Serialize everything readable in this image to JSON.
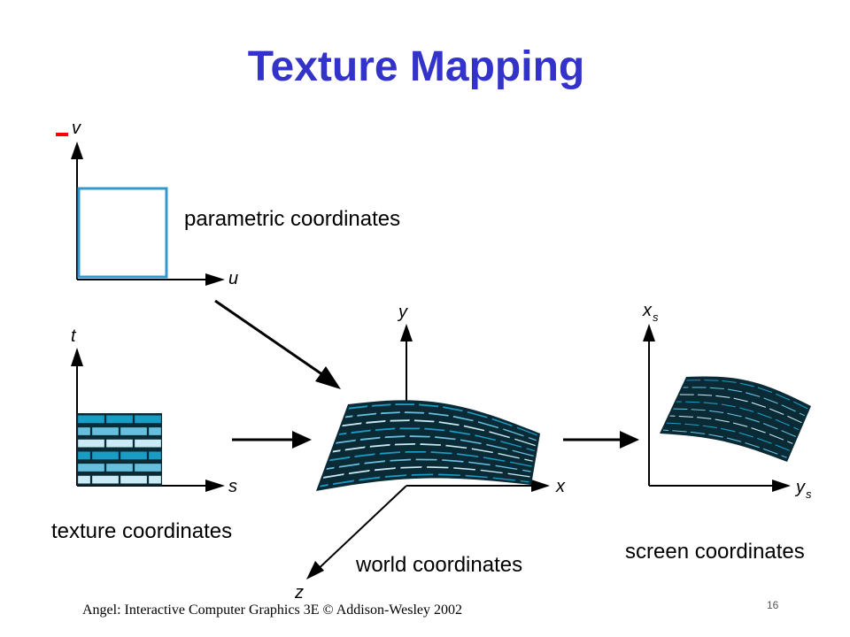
{
  "slide": {
    "title": "Texture Mapping",
    "footer": "Angel: Interactive Computer Graphics 3E © Addison-Wesley 2002",
    "page_number": "16"
  },
  "captions": {
    "parametric": "parametric coordinates",
    "texture": "texture coordinates",
    "world": "world coordinates",
    "screen": "screen coordinates"
  },
  "axes": {
    "parametric": {
      "horizontal": "u",
      "vertical": "v"
    },
    "texture": {
      "horizontal": "s",
      "vertical": "t"
    },
    "world": {
      "x": "x",
      "y": "y",
      "z": "z"
    },
    "screen": {
      "horizontal": "y",
      "horizontal_sub": "s",
      "vertical": "x",
      "vertical_sub": "s"
    }
  },
  "colors": {
    "title": "#3333cc",
    "parametric_square": "#3399cc",
    "brick_dark": "#1a9cc4",
    "brick_mid": "#66c0dd",
    "brick_light": "#c9ecf4",
    "mortar": "#0a2a36",
    "marker": "#ff0000",
    "axis": "#000000"
  }
}
